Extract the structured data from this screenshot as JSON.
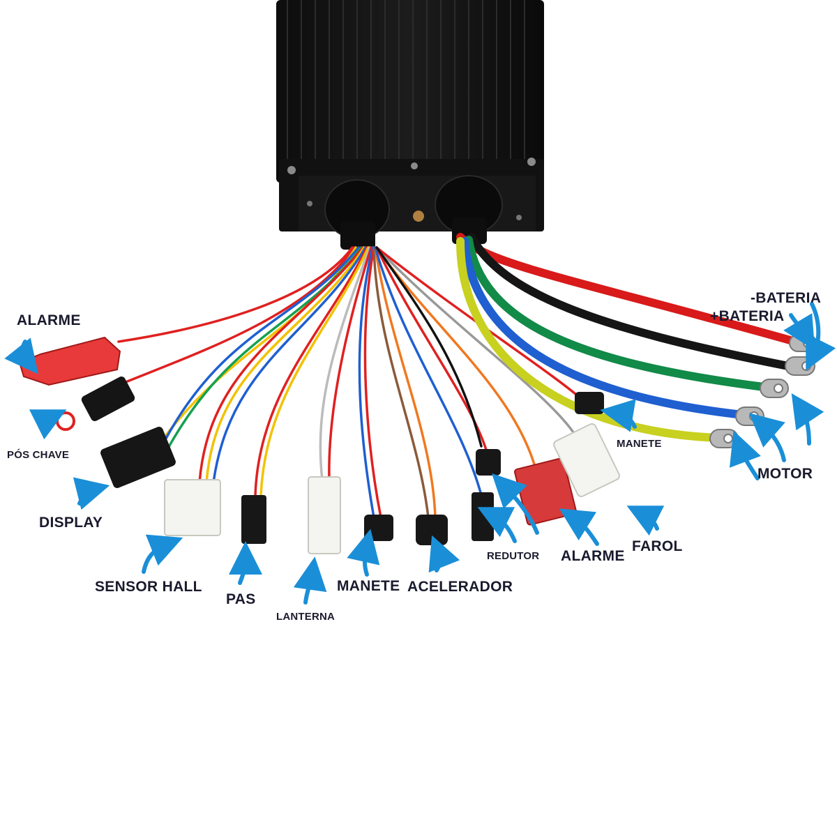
{
  "accent_color": "#1a8fd8",
  "labels": {
    "alarme_left": "ALARME",
    "pos_chave": "PÓS CHAVE",
    "display": "DISPLAY",
    "sensor_hall": "SENSOR HALL",
    "pas": "PAS",
    "lanterna": "LANTERNA",
    "manete_bottom": "MANETE",
    "acelerador": "ACELERADOR",
    "redutor": "REDUTOR",
    "alarme_right": "ALARME",
    "farol": "FAROL",
    "manete_right": "MANETE",
    "motor": "MOTOR",
    "bateria_neg": "-BATERIA",
    "bateria_pos": "+BATERIA"
  },
  "icons": {
    "pointer": "curved-arrow-icon"
  }
}
